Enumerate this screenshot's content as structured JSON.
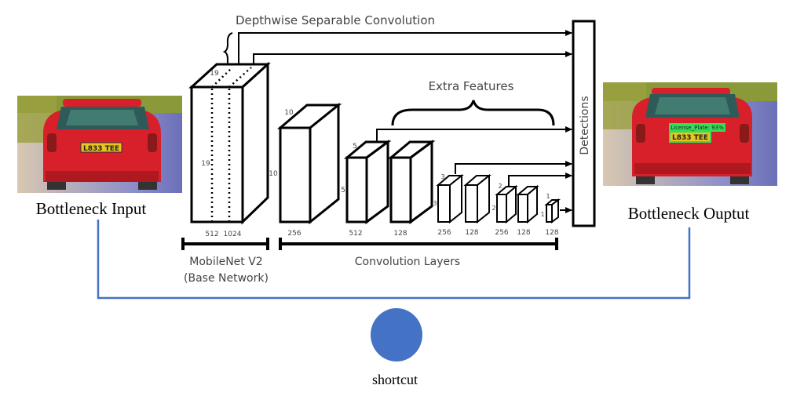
{
  "title": "MobileNet V2 SSD license plate detection with bottleneck shortcut",
  "labels": {
    "depthwise": "Depthwise Separable Convolution",
    "extra_features": "Extra Features",
    "detections": "Detections",
    "base_network_line1": "MobileNet V2",
    "base_network_line2": "(Base Network)",
    "conv_layers": "Convolution Layers",
    "bottleneck_input": "Bottleneck Input",
    "bottleneck_output": "Bottleneck Ouptut",
    "shortcut": "shortcut"
  },
  "input_image": {
    "description": "Rear view of red car",
    "plate_text": "L833 TEE"
  },
  "output_image": {
    "description": "Rear view of red car with detection box",
    "plate_text": "L833 TEE",
    "detection_label": "License_Plate: 93%"
  },
  "base_block": {
    "spatial": "19",
    "depth_top": "19",
    "channels": [
      "512",
      "1024"
    ]
  },
  "conv_blocks": [
    {
      "spatial": "10",
      "channels": "256"
    },
    {
      "spatial": "5",
      "channels": "512"
    },
    {
      "spatial": "",
      "channels": "128"
    },
    {
      "spatial": "3",
      "channels": "256"
    },
    {
      "spatial": "",
      "channels": "128"
    },
    {
      "spatial": "2",
      "channels": "256"
    },
    {
      "spatial": "",
      "channels": "128"
    },
    {
      "spatial": "1",
      "channels": "128"
    }
  ],
  "colors": {
    "shortcut_blue": "#4472c4",
    "car_red": "#d8202a",
    "detection_green": "#33dd55",
    "plate_yellow": "#e8c520"
  }
}
